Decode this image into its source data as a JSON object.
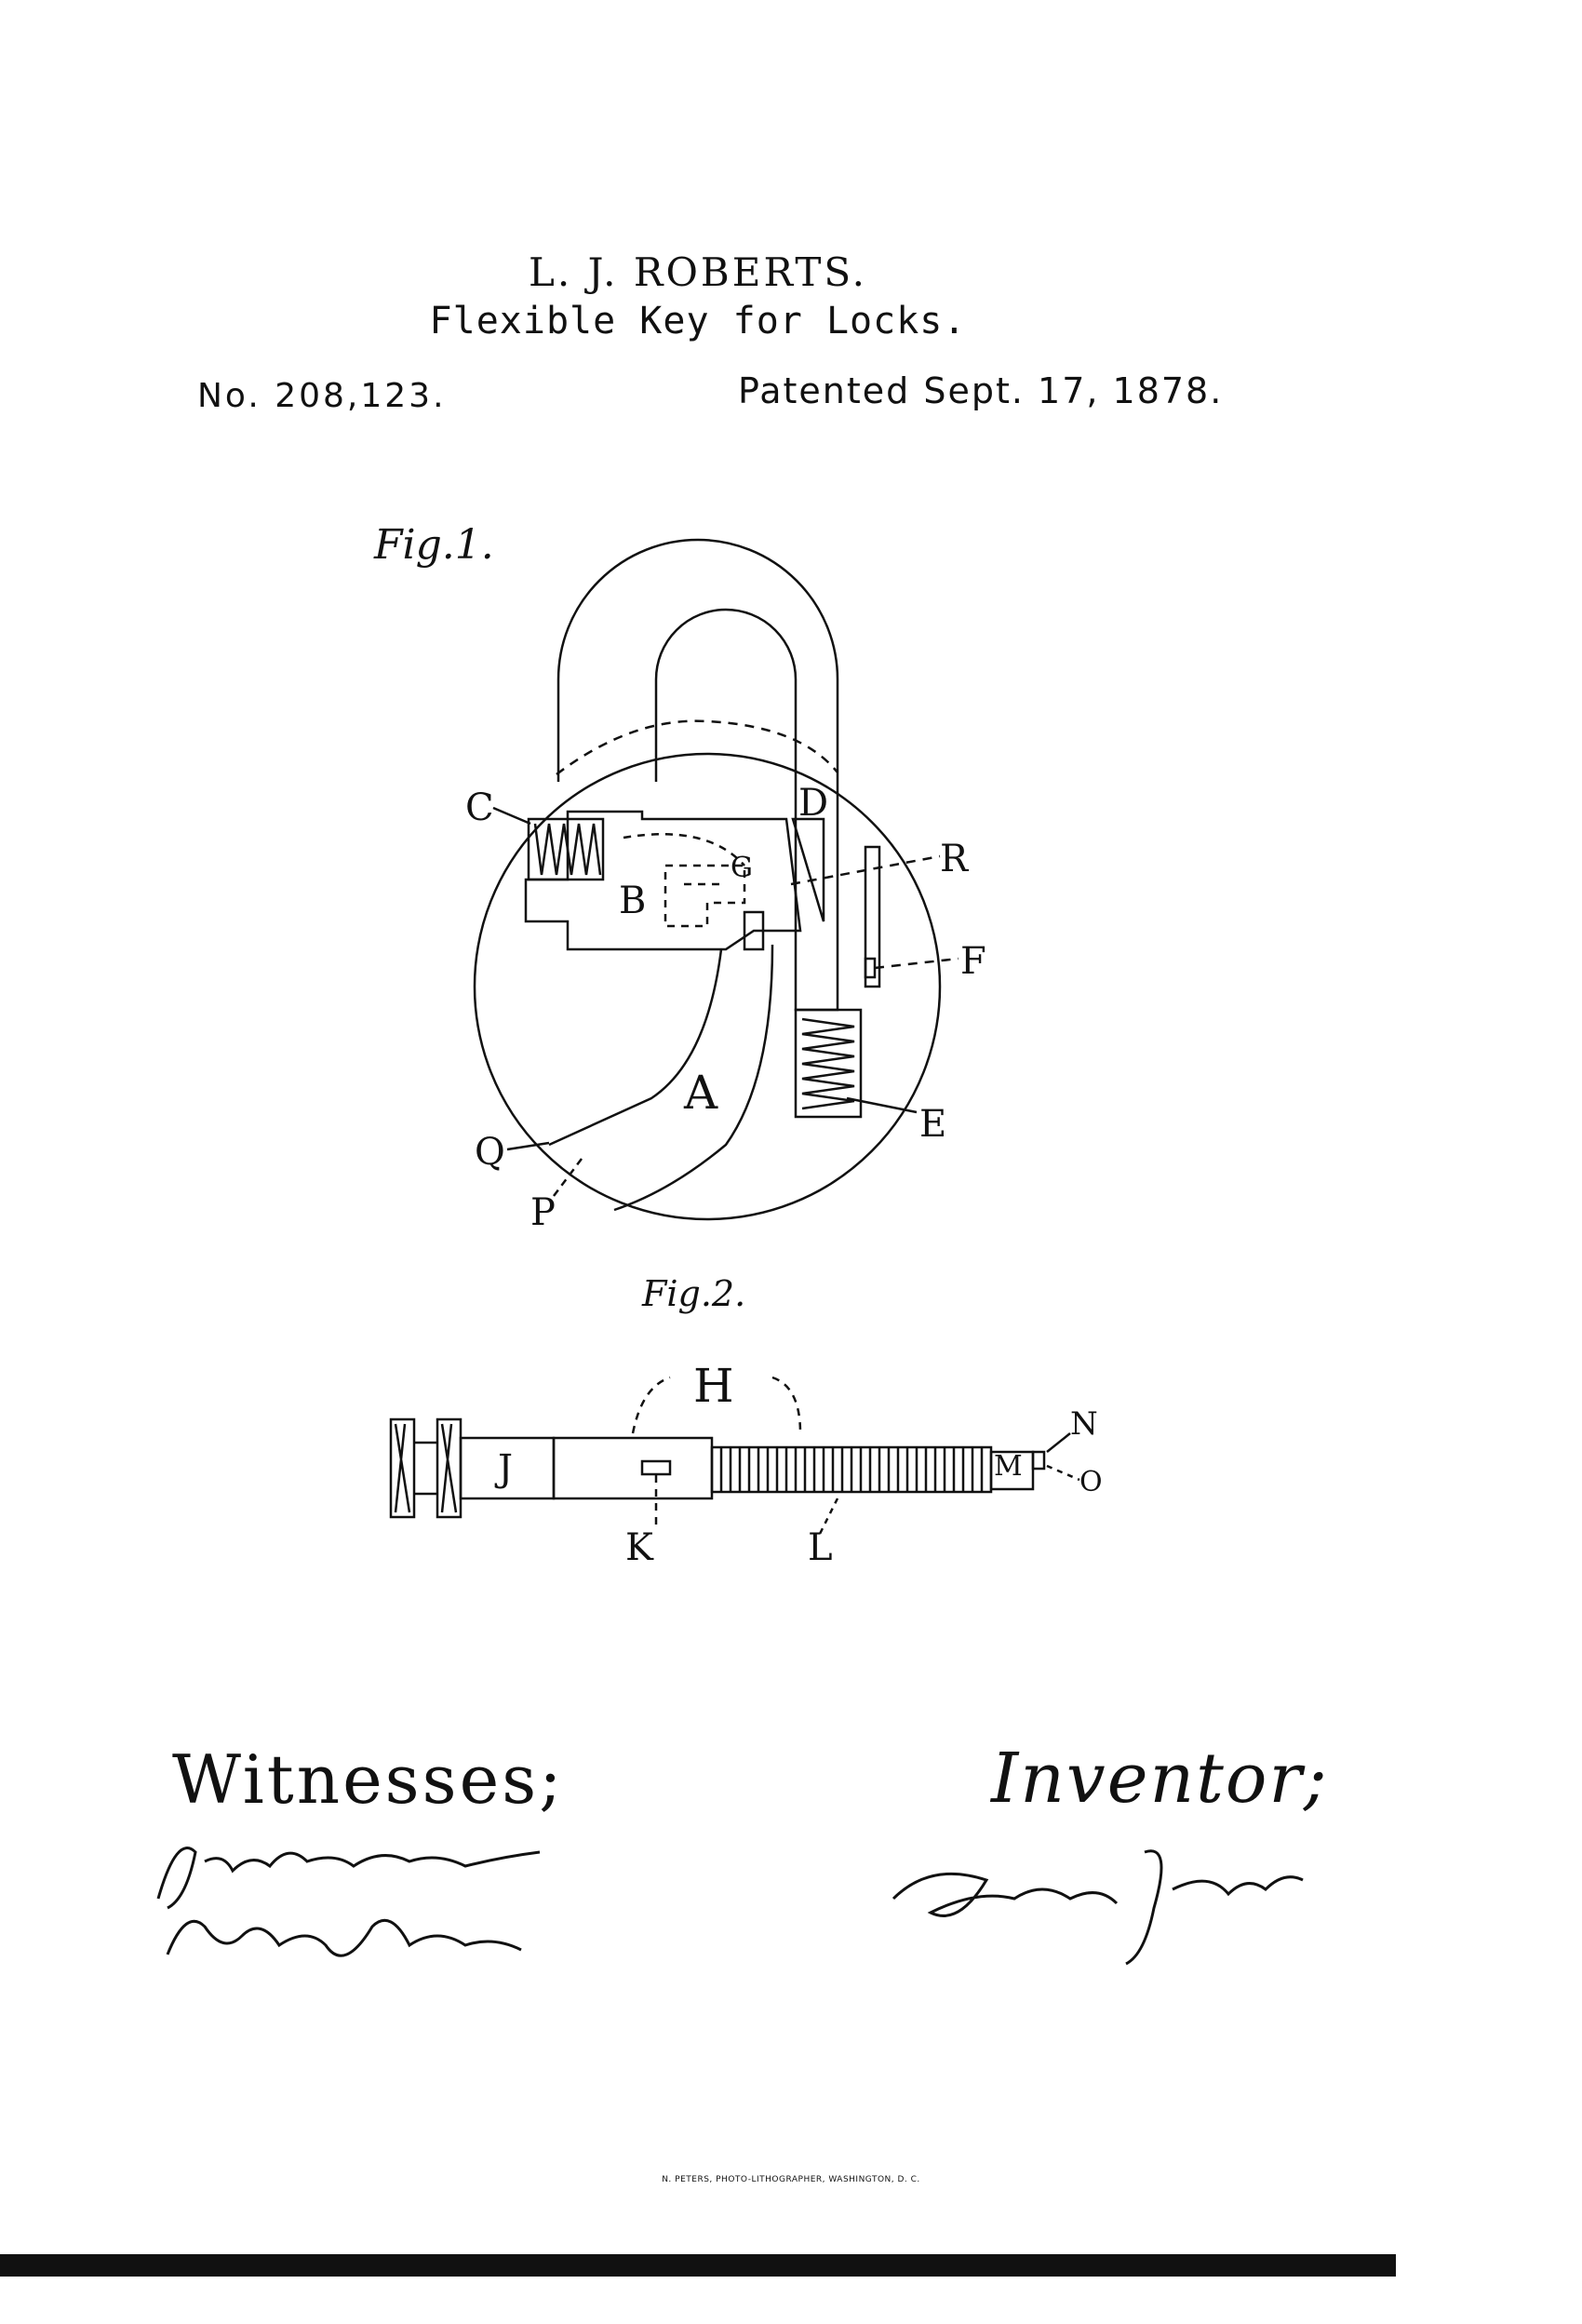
{
  "patent": {
    "inventor_name": "L. J. ROBERTS.",
    "title": "Flexible Key for Locks.",
    "number": "No. 208,123.",
    "date": "Patented Sept. 17, 1878."
  },
  "figures": {
    "fig1_label": "Fig.1.",
    "fig2_label": "Fig.2."
  },
  "reference_letters": {
    "A": "A",
    "B": "B",
    "C": "C",
    "D": "D",
    "E": "E",
    "F": "F",
    "G": "G",
    "H": "H",
    "J": "J",
    "K": "K",
    "L": "L",
    "M": "M",
    "N": "N",
    "O": "O",
    "P": "P",
    "Q": "Q",
    "R": "R"
  },
  "signatures": {
    "witnesses_label": "Witnesses;",
    "witness_1": "John Schaeffer",
    "witness_2": "William J. Work",
    "inventor_label": "Inventor;",
    "inventor_signature": "Legrand J. Roberts"
  },
  "imprint": "N. PETERS, PHOTO-LITHOGRAPHER, WASHINGTON, D. C."
}
